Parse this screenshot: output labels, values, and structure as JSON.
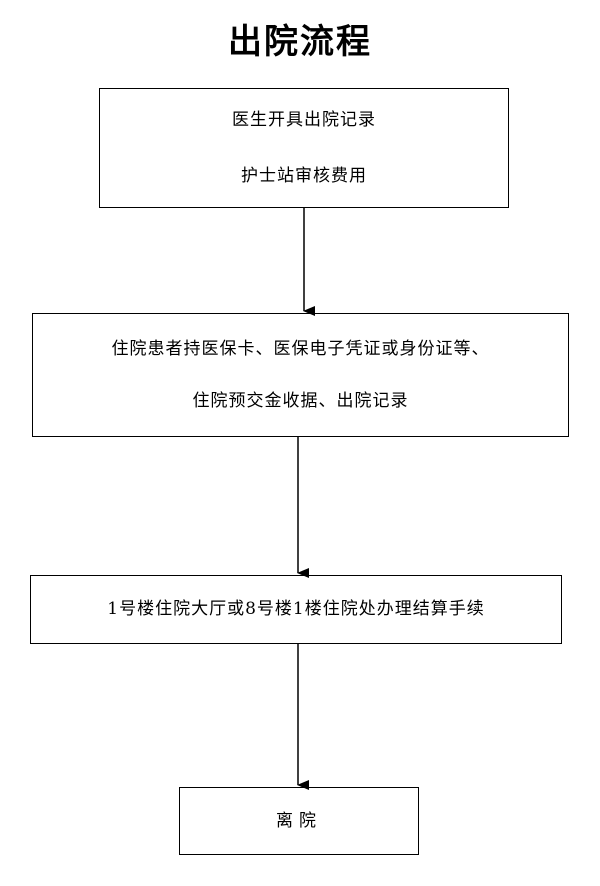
{
  "title": "出院流程",
  "steps": [
    {
      "lines": [
        "医生开具出院记录",
        "护士站审核费用"
      ]
    },
    {
      "lines": [
        "住院患者持医保卡、医保电子凭证或身份证等、",
        "住院预交金收据、出院记录"
      ]
    },
    {
      "lines": [
        "1号楼住院大厅或8号楼1楼住院处办理结算手续"
      ]
    },
    {
      "lines": [
        "离院"
      ]
    }
  ]
}
